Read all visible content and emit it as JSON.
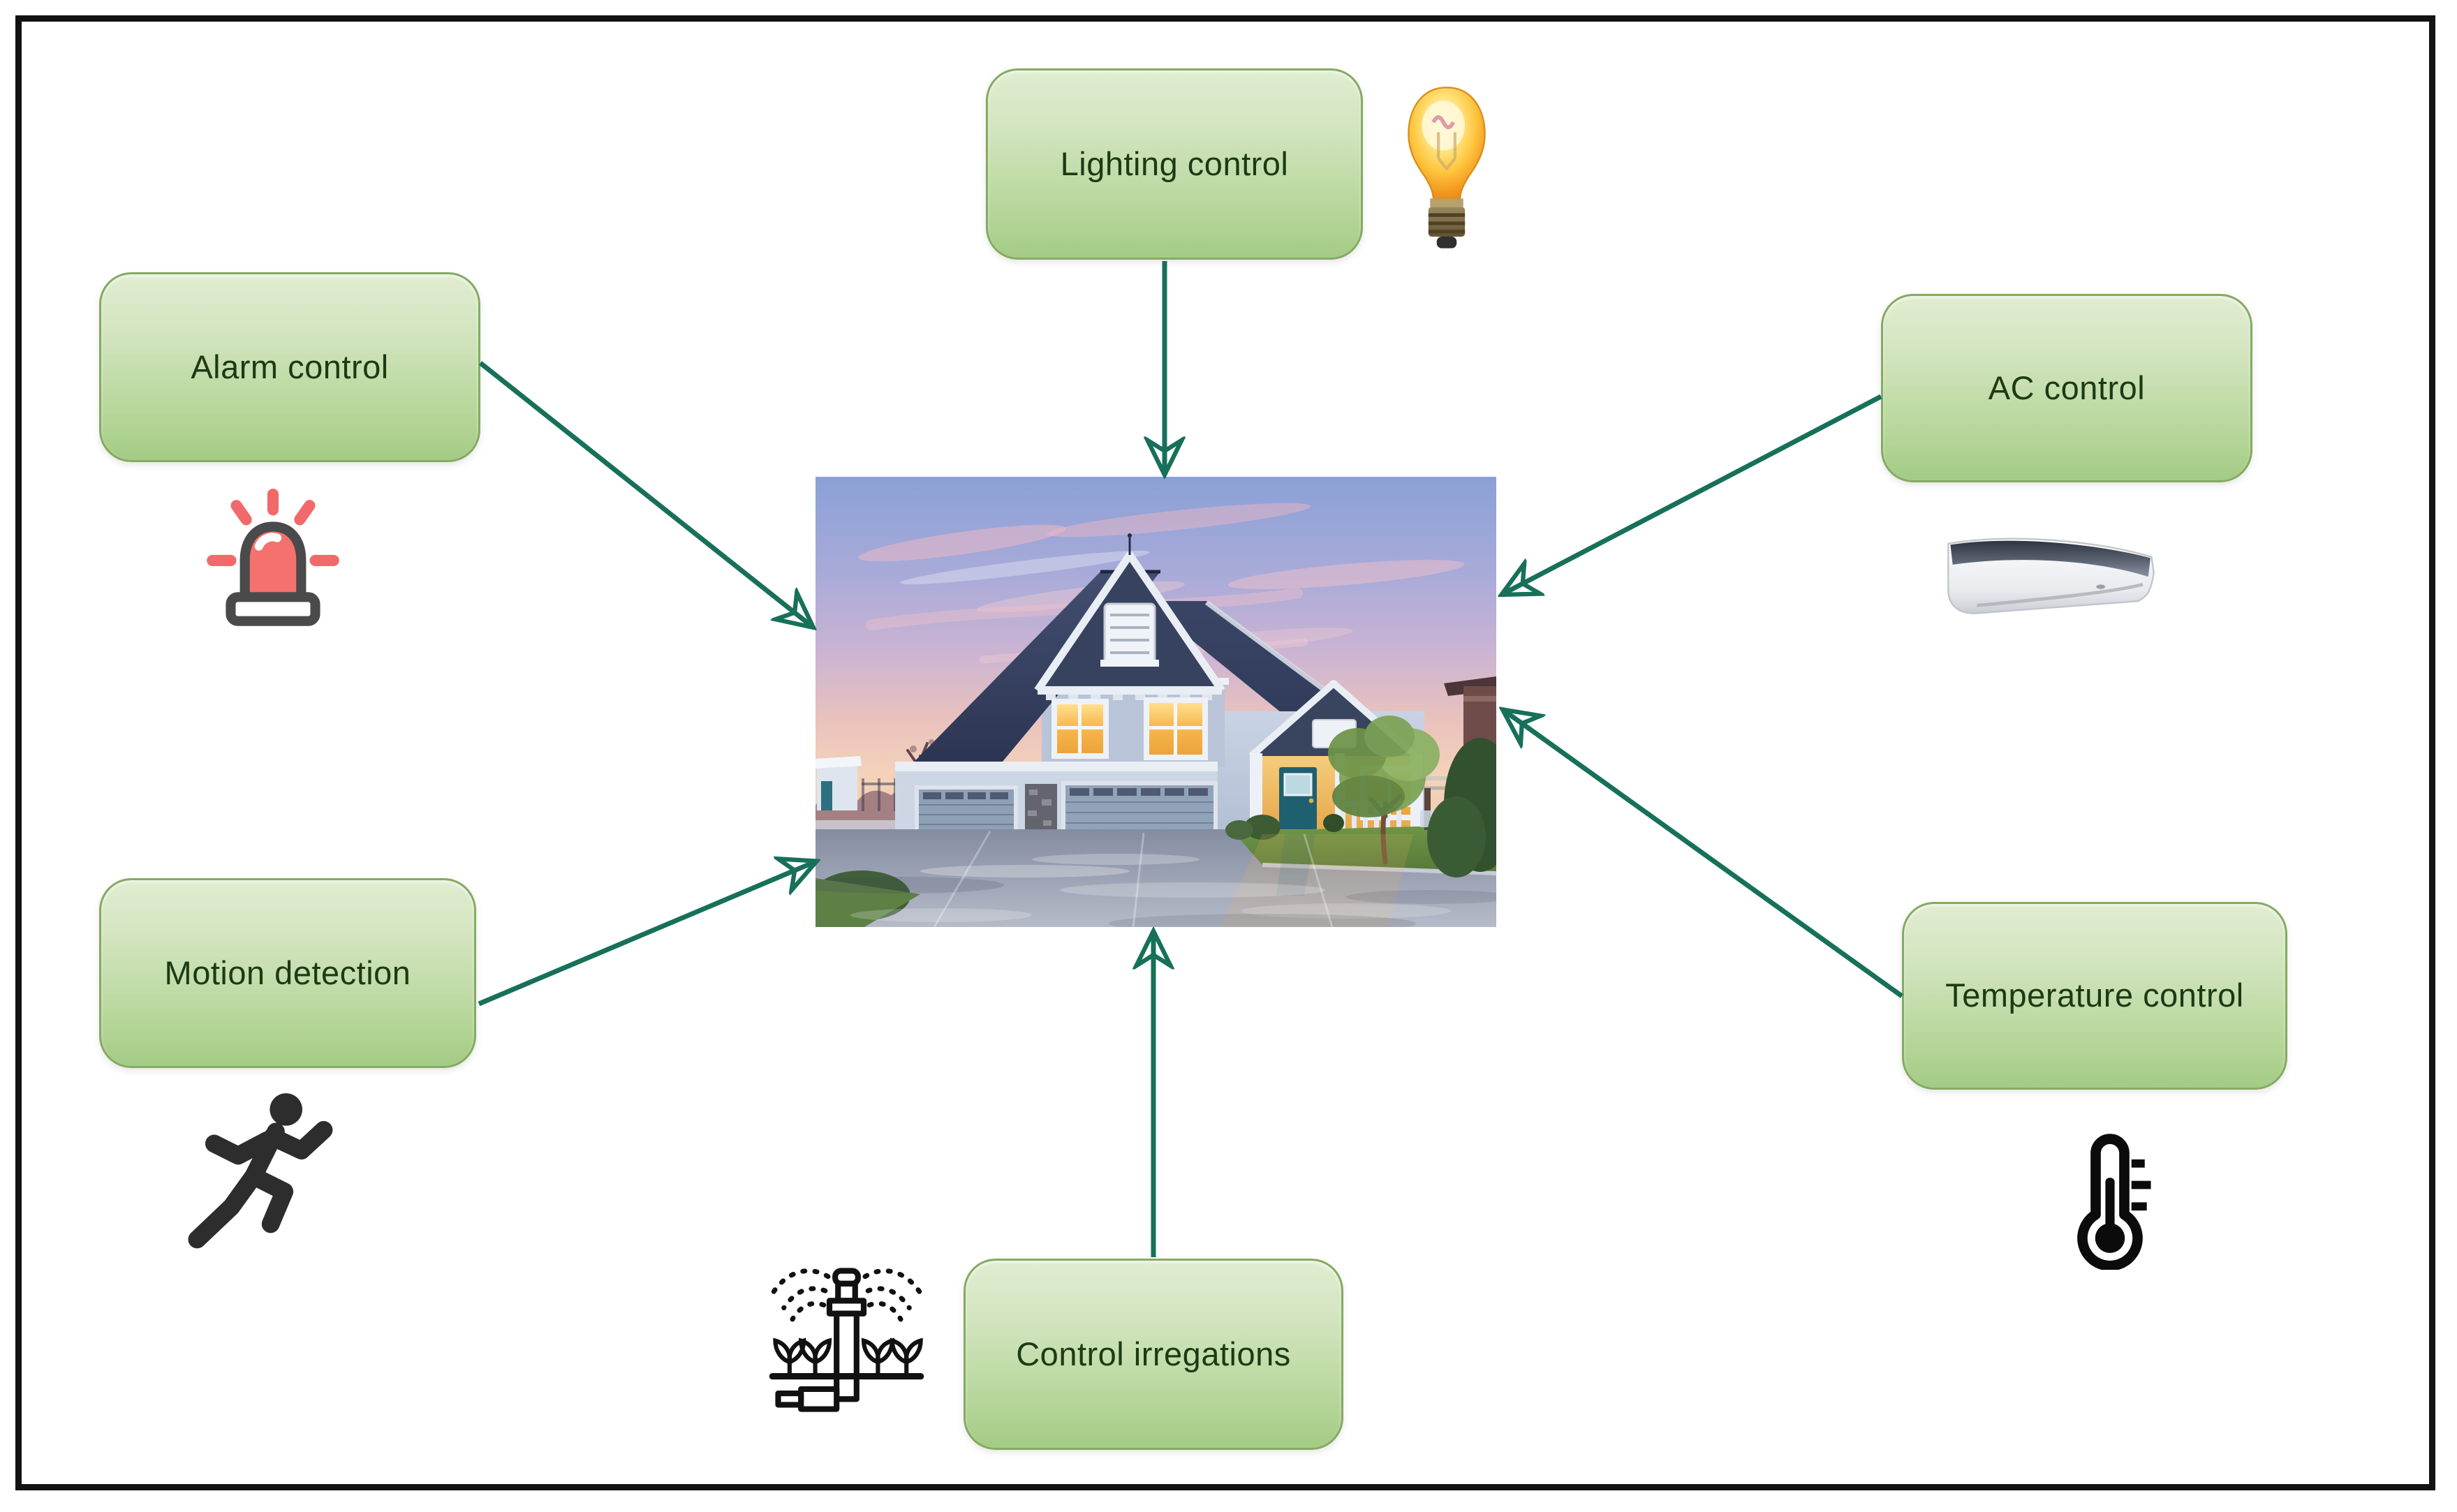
{
  "page": {
    "background": "#ffffff",
    "frame_border_color": "#121212"
  },
  "nodes": {
    "lighting": {
      "label": "Lighting control",
      "icon": "light-bulb-icon"
    },
    "alarm": {
      "label": "Alarm control",
      "icon": "alarm-siren-icon"
    },
    "ac": {
      "label": "AC control",
      "icon": "air-conditioner-icon"
    },
    "motion": {
      "label": "Motion detection",
      "icon": "running-person-icon"
    },
    "temperature": {
      "label": "Temperature control",
      "icon": "thermometer-icon"
    },
    "irrigation": {
      "label": "Control irregations",
      "icon": "sprinkler-icon"
    }
  },
  "center": {
    "name": "smart-home-house-photo",
    "description": "Suburban house at dusk with lit windows"
  },
  "edges": [
    {
      "from": "Lighting control",
      "to": "house"
    },
    {
      "from": "Alarm control",
      "to": "house"
    },
    {
      "from": "AC control",
      "to": "house"
    },
    {
      "from": "Motion detection",
      "to": "house"
    },
    {
      "from": "Temperature control",
      "to": "house"
    },
    {
      "from": "Control irregations",
      "to": "house"
    }
  ],
  "colors": {
    "node_fill_top": "#e0edd1",
    "node_fill_bottom": "#a4cc85",
    "node_border": "#85aa61",
    "node_text": "#1c3a14",
    "arrow": "#17705a"
  }
}
